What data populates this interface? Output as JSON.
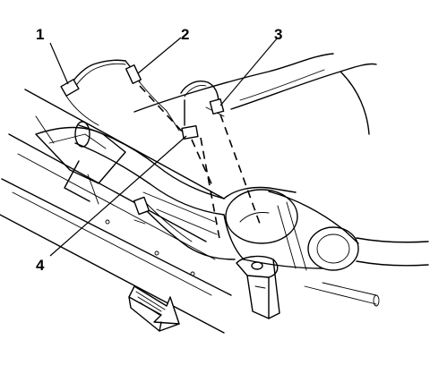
{
  "figure": {
    "callouts": [
      {
        "label": "1"
      },
      {
        "label": "2"
      },
      {
        "label": "3"
      },
      {
        "label": "4"
      }
    ],
    "direction_arrow_icon": "front-of-vehicle-arrow-icon",
    "ink_color": "#000000",
    "paper_color": "#ffffff"
  }
}
